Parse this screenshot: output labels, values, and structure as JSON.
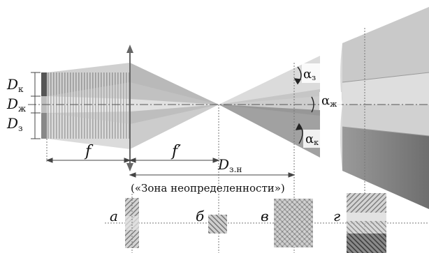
{
  "labels": {
    "d_k": "D",
    "d_k_sub": "к",
    "d_zh": "D",
    "d_zh_sub": "ж",
    "d_z": "D",
    "d_z_sub": "з",
    "f": "f",
    "f_prime": "f′",
    "d_zn": "D",
    "d_zn_sub": "з.н",
    "zone": "(«Зона неопределенности»)",
    "alpha_z": "α",
    "alpha_z_sub": "з",
    "alpha_zh": "α",
    "alpha_zh_sub": "ж",
    "alpha_k": "α",
    "alpha_k_sub": "к",
    "panel_a": "а",
    "panel_b": "б",
    "panel_v": "в",
    "panel_g": "г"
  },
  "colors": {
    "beam_k": "#8c8c8c",
    "beam_zh": "#c4c4c4",
    "beam_z": "#a6a6a6",
    "hatch": "#7a7a7a",
    "axis": "#555555"
  }
}
